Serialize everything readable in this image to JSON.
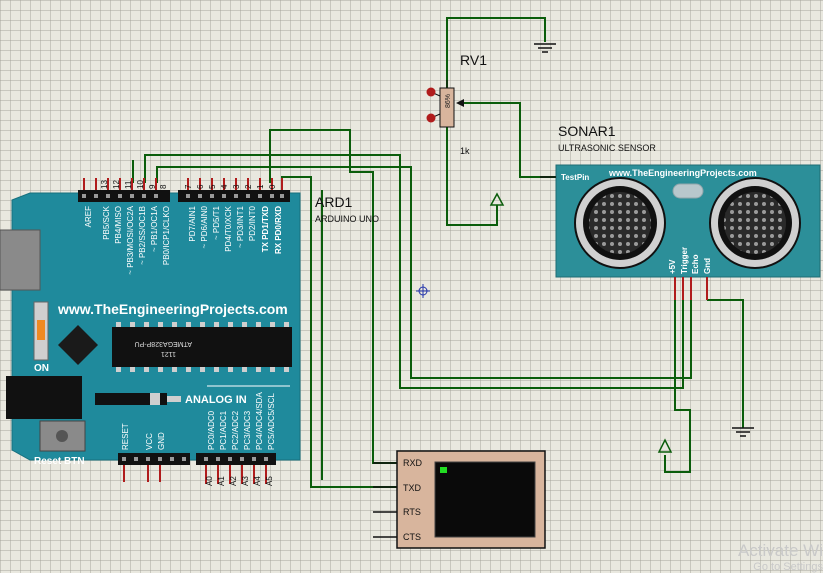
{
  "arduino": {
    "ref": "ARD1",
    "model": "ARDUINO UNO",
    "website": "www.TheEngineeringProjects.com",
    "chip": "ATMEGA328P-PU",
    "chip_code": "1121",
    "power_label": "ON",
    "analog_label": "ANALOG IN",
    "reset_label": "Reset BTN",
    "digital_pin_numbers": [
      "13",
      "12",
      "11",
      "10",
      "9",
      "8",
      "7",
      "6",
      "5",
      "4",
      "3",
      "2",
      "1",
      "0"
    ],
    "digital_pin_names": [
      "AREF",
      "PB5/SCK",
      "PB4/MISO",
      "~ PB3/MOSI/OC2A",
      "~ PB2/SS/OC1B",
      "~ PB1/OC1A",
      "PB0/ICP1/CLKO",
      "PD7/AIN1",
      "~ PD6/AIN0",
      "~ PD5/T1",
      "PD4/T0/XCK",
      "~ PD3/INT1",
      "PD2/INT0",
      "TX PD1/TXD",
      "RX PD0/RXD"
    ],
    "power_pin_names": [
      "RESET",
      "VCC",
      "GND"
    ],
    "analog_pin_names": [
      "PC0/ADC0",
      "PC1/ADC1",
      "PC2/ADC2",
      "PC3/ADC3",
      "PC4/ADC4/SDA",
      "PC5/ADC5/SCL"
    ],
    "analog_pin_numbers": [
      "A0",
      "A1",
      "A2",
      "A3",
      "A4",
      "A5"
    ]
  },
  "pot": {
    "ref": "RV1",
    "value": "1k",
    "pct": "86%"
  },
  "sonar": {
    "ref": "SONAR1",
    "type": "ULTRASONIC SENSOR",
    "website": "www.TheEngineeringProjects.com",
    "test_pin": "TestPin",
    "pins": [
      "+5V",
      "Trigger",
      "Echo",
      "Gnd"
    ]
  },
  "terminal": {
    "pins": [
      "RXD",
      "TXD",
      "RTS",
      "CTS"
    ]
  },
  "watermark": {
    "line1": "Activate Wi",
    "line2": "Go to Settings"
  },
  "colors": {
    "wire": "#0b5d0b",
    "board": "#1f8a9c",
    "pin": "#b01c1c",
    "sonar": "#2c8f99",
    "pot": "#d8b59d"
  }
}
